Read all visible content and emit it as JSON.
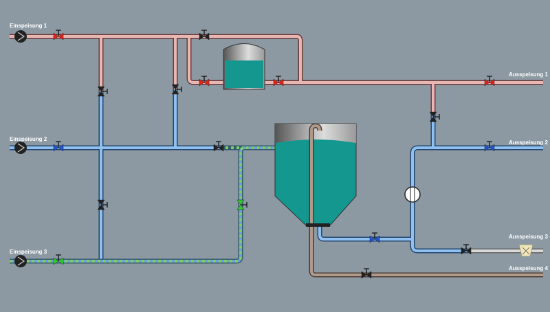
{
  "labels": {
    "in1": "Einspeisung 1",
    "in2": "Einspeisung 2",
    "in3": "Einspeisung 3",
    "out1": "Ausspeisung 1",
    "out2": "Ausspeisung 2",
    "out3": "Ausspeisung 3",
    "out4": "Ausspeisung 4"
  },
  "colors": {
    "background": "#8d99a2",
    "hot": "#c97a7a",
    "cold": "#5b8fcf",
    "mixed": "#7ac96a",
    "gray": "#c8c8c8",
    "brown": "#8a7468",
    "water": "#13978f",
    "valve_red": "#e0231d",
    "valve_blue": "#2255cc",
    "valve_green": "#33cc33"
  }
}
